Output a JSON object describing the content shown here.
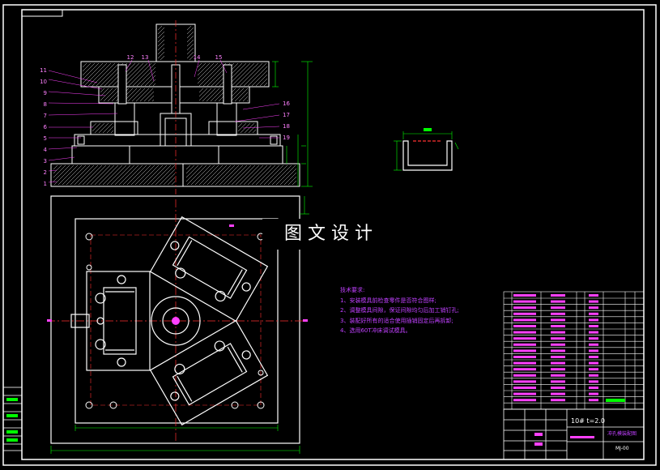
{
  "banner": "图文设计",
  "tech_notes": {
    "title": "技术要求:",
    "items": [
      "1、安装模具前检查零件是否符合图样;",
      "2、调整模具间隙，保证间隙均匀后加工销钉孔;",
      "3、装配好所有的适合使用插销固定后再拆卸;",
      "4、选用60T冲床调试模具。"
    ]
  },
  "part_labels_left": [
    "11",
    "10",
    "9",
    "8",
    "7",
    "6",
    "5",
    "4",
    "3",
    "2",
    "1"
  ],
  "part_labels_top": [
    "12",
    "13",
    "14",
    "15"
  ],
  "part_labels_right": [
    "16",
    "17",
    "18",
    "19"
  ],
  "title_block": {
    "spec": "10# t=2.0",
    "drawing_name": "冲孔模装配图",
    "drawing_code": "MJ-00"
  },
  "colors": {
    "background": "#000000",
    "outline": "#ffffff",
    "dimension": "#00ff00",
    "centerline": "#ff3030",
    "annotation": "#c040ff",
    "hatch": "#ffffff"
  }
}
